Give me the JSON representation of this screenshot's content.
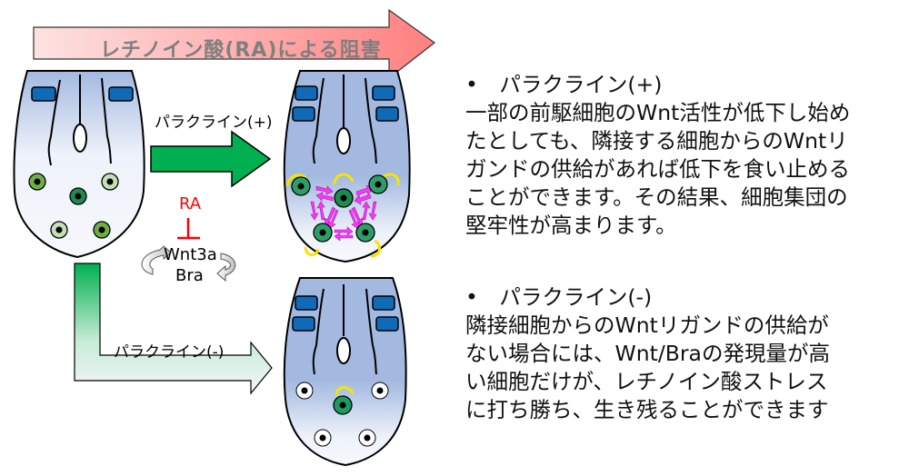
{
  "title_arrow": {
    "label": "レチノイン酸(RA)による阻害",
    "gradient_from": "#fde2e2",
    "gradient_to": "#ff7f7f"
  },
  "pathway": {
    "paracrine_plus_label": "パラクライン(+)",
    "paracrine_minus_label": "パラクライン(-)",
    "inhibitor_label": "RA",
    "loop_top_label": "Wnt3a",
    "loop_bottom_label": "Bra"
  },
  "colors": {
    "tissue_blue": "#a3b9e0",
    "somite_blue": "#0f6ab8",
    "arrow_green": "#00b050",
    "cell_dark_green": "#1e8a50",
    "cell_mid_green": "#70ad47",
    "cell_light_green": "#c5e0b4",
    "magenta_arrow": "#ff33ff",
    "yellow_arrow": "#f5e400",
    "inhibit_red": "#ff0000"
  },
  "descriptions": [
    {
      "bullet": "•　パラクライン(+)",
      "lines": [
        "一部の前駆細胞のWnt活性が低下し始め",
        "たとしても、隣接する細胞からのWntリ",
        "ガンドの供給があれば低下を食い止める",
        "ことができます。その結果、細胞集団の",
        "堅牢性が高まります。"
      ]
    },
    {
      "bullet": "•　パラクライン(-)",
      "lines": [
        "隣接細胞からのWntリガンドの供給が",
        "ない場合には、Wnt/Braの発現量が高",
        "い細胞だけが、レチノイン酸ストレス",
        "に打ち勝ち、生き残ることができます"
      ]
    }
  ]
}
